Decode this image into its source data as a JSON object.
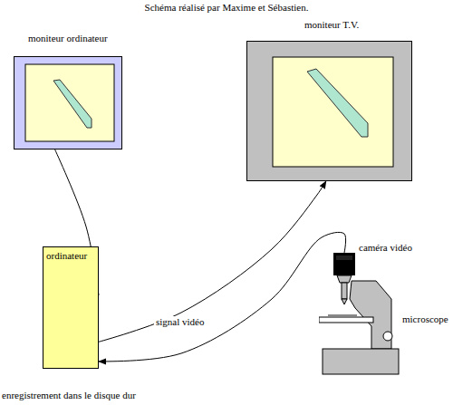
{
  "diagram": {
    "title": "Schéma réalisé par Maxime et Sébastien.",
    "nodes": [
      {
        "text": [
          "moniteur ordinateur"
        ]
      },
      {
        "text": [
          "moniteur T.V."
        ]
      },
      {
        "text": [
          "ordinateur"
        ]
      },
      {
        "text": [
          "caméra vidéo"
        ]
      },
      {
        "text": [
          "microscope"
        ]
      }
    ],
    "edges": [
      {
        "from": 2,
        "to": 0,
        "arrow": "none"
      },
      {
        "from": 2,
        "to": 1,
        "arrow": "to"
      },
      {
        "from": 3,
        "to": 2,
        "label": "signal vidéo",
        "arrow": "to"
      }
    ],
    "labels": [
      "enregistrement dans le disque dur"
    ]
  }
}
